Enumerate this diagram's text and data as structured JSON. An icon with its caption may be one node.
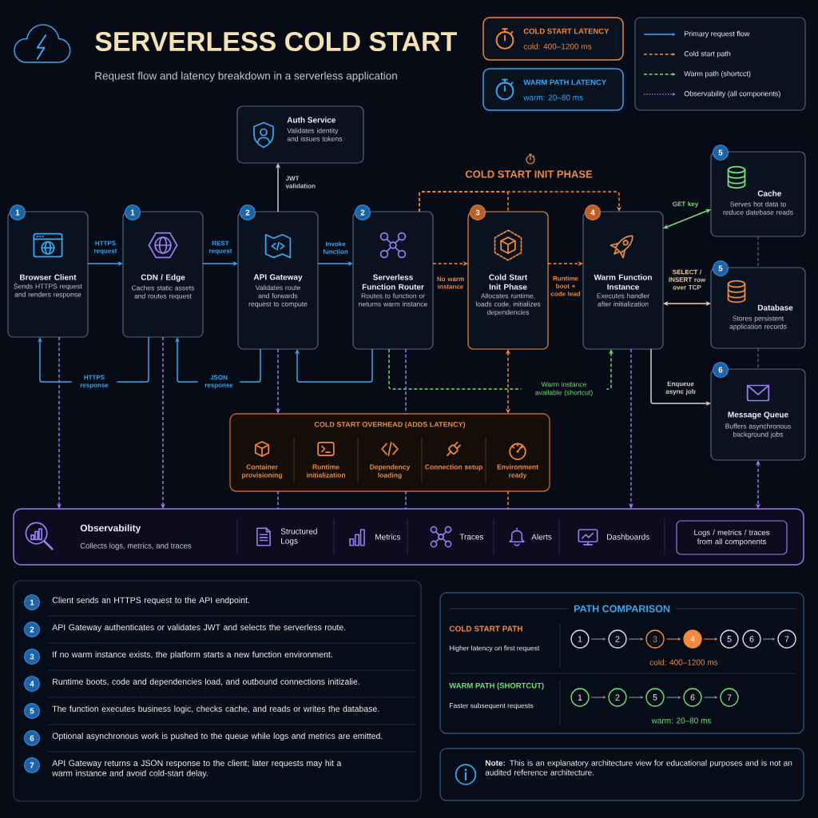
{
  "diagram": {
    "title": "SERVERLESS COLD START",
    "nodes": [
      {
        "text": [
          "COLD START LATENCY",
          "cold: 400–1200 ms"
        ]
      },
      {
        "text": [
          "WARM PATH LATENCY",
          "warm: 20–80 ms"
        ]
      },
      {
        "text": [
          "Auth Service",
          "Validates identity and issues tokens"
        ]
      },
      {
        "text": [
          "1",
          "Browser Client",
          "Sends HTTPS request and renders response"
        ]
      },
      {
        "text": [
          "1",
          "CDN / Edge",
          "Caches static assets and routes request"
        ]
      },
      {
        "text": [
          "2",
          "API Gateway",
          "Validates route and forwards request to compute"
        ]
      },
      {
        "text": [
          "2",
          "Serverless Function Router",
          "Routes to function or neturns warm instance"
        ]
      },
      {
        "text": [
          "3",
          "Cold Start Init Phase",
          "Allocates runtime, loads code, initializes dependencies"
        ]
      },
      {
        "text": [
          "4",
          "Warm Function Instance",
          "Executes handler after initialization"
        ]
      },
      {
        "text": [
          "5",
          "Cache",
          "Serves hot data to reduce datebase reads"
        ]
      },
      {
        "text": [
          "5",
          "Database",
          "Stores persistent application records"
        ]
      },
      {
        "text": [
          "6",
          "Message Queue",
          "Buffers asynchronous background jobs"
        ]
      },
      {
        "text": [
          "COLD START OVERHEAD (ADDS LATENCY)"
        ]
      },
      {
        "text": [
          "Container provisioning"
        ],
        "in": 12
      },
      {
        "text": [
          "Runtime initialization"
        ],
        "in": 12
      },
      {
        "text": [
          "Dependency loading"
        ],
        "in": 12
      },
      {
        "text": [
          "Connection setup"
        ],
        "in": 12
      },
      {
        "text": [
          "Environment ready"
        ],
        "in": 12
      },
      {
        "text": [
          "Observability",
          "Collects logs, metrics, and traces"
        ]
      },
      {
        "text": [
          "Structured Logs"
        ],
        "in": 18
      },
      {
        "text": [
          "Metrics"
        ],
        "in": 18
      },
      {
        "text": [
          "Traces"
        ],
        "in": 18
      },
      {
        "text": [
          "Alerts"
        ],
        "in": 18
      },
      {
        "text": [
          "Dashboards"
        ],
        "in": 18
      },
      {
        "text": [
          "Logs / metrics / traces from all components"
        ],
        "in": 18
      },
      {
        "text": [
          "1",
          "Client sends an HTTPS request to the API endpoint.",
          "2",
          "API Gateway authenticates or validates JWT and selects the serverless route.",
          "3",
          "If no warm instance exists, the platform starts a new function environment.",
          "4",
          "Runtime boots, code and dependencies load, and outbound connections initizalie.",
          "5",
          "The function executes business logic, checks cache, and reads or writes the database.",
          "6",
          "Optional asynchronous work is pushed to the queue while logs and metrics are emitted.",
          "7",
          "API Gateway returns a JSON response to the client; later requests may hit a warm instance and avoid cold-start delay."
        ]
      },
      {
        "text": [
          "PATH COMPARISON",
          "COLD START PATH",
          "Higher latency on first request",
          "cold: 400–1200 ms",
          "WARM PATH (SHORTCUT)",
          "Faster subsequent requests",
          "warm: 20–80 ms"
        ]
      },
      {
        "text": [
          "1"
        ],
        "in": 26
      },
      {
        "text": [
          "2"
        ],
        "in": 26
      },
      {
        "text": [
          "3"
        ],
        "in": 26
      },
      {
        "text": [
          "4"
        ],
        "in": 26
      },
      {
        "text": [
          "5"
        ],
        "in": 26
      },
      {
        "text": [
          "6"
        ],
        "in": 26
      },
      {
        "text": [
          "7"
        ],
        "in": 26
      },
      {
        "text": [
          "1"
        ],
        "in": 26
      },
      {
        "text": [
          "2"
        ],
        "in": 26
      },
      {
        "text": [
          "5"
        ],
        "in": 26
      },
      {
        "text": [
          "6"
        ],
        "in": 26
      },
      {
        "text": [
          "7"
        ],
        "in": 26
      },
      {
        "text": [
          "**Note:** This is an explanatory architecture view for educational purposes and is not an audited reference architecture."
        ]
      }
    ],
    "edges": [
      {
        "from": 3,
        "to": 4,
        "arrow": "to",
        "label": "HTTPS request",
        "color": "#3aa8f0"
      },
      {
        "from": 4,
        "to": 5,
        "arrow": "to",
        "label": "REST request",
        "color": "#3aa8f0"
      },
      {
        "from": 5,
        "to": 6,
        "arrow": "to",
        "label": "Invoke function",
        "color": "#3aa8f0"
      },
      {
        "from": 6,
        "to": 7,
        "arrow": "to",
        "label": "No warm instance",
        "style": "dashed",
        "color": "#f08a3c"
      },
      {
        "from": 7,
        "to": 8,
        "arrow": "to",
        "label": "Runtime boot + code lead",
        "style": "dashed",
        "color": "#f08a3c"
      },
      {
        "from": 5,
        "to": 2,
        "arrow": "to",
        "label": "JWT validation",
        "color": "#c8d0dc"
      },
      {
        "from": 8,
        "to": 9,
        "arrow": "both",
        "label": "GET key",
        "color": "#72e07c"
      },
      {
        "from": 8,
        "to": 10,
        "arrow": "both",
        "label": "SELECT / INSERT row over TCP",
        "color": "#f0d2a0"
      },
      {
        "from": 8,
        "to": 11,
        "arrow": "to",
        "label": "Enqueue async job",
        "color": "#dcd6cc"
      },
      {
        "from": 6,
        "to": 8,
        "arrow": "to",
        "label": "Warm instance available (shortcut)",
        "style": "dashed",
        "color": "#72e07c"
      },
      {
        "from": 6,
        "to": 8,
        "arrow": "to",
        "style": "dashed",
        "color": "#f08a3c"
      },
      {
        "from": 6,
        "to": 7,
        "arrow": "none",
        "style": "dashed",
        "color": "#f08a3c"
      },
      {
        "from": 6,
        "to": 5,
        "arrow": "to",
        "color": "#3aa8f0"
      },
      {
        "from": 5,
        "to": 4,
        "arrow": "to",
        "label": "JSON response",
        "color": "#3aa8f0"
      },
      {
        "from": 4,
        "to": 3,
        "arrow": "to",
        "label": "HTTPS response",
        "color": "#3aa8f0"
      },
      {
        "from": 3,
        "to": 18,
        "arrow": "to",
        "style": "dashed",
        "color": "#9b7cf2"
      },
      {
        "from": 4,
        "to": 18,
        "arrow": "to",
        "style": "dashed",
        "color": "#9b7cf2"
      },
      {
        "from": 5,
        "to": 12,
        "arrow": "to",
        "style": "dashed",
        "color": "#9b7cf2"
      },
      {
        "from": 6,
        "to": 12,
        "arrow": "none",
        "style": "dashed",
        "color": "#9b7cf2"
      },
      {
        "from": 7,
        "to": 12,
        "arrow": "both",
        "style": "dashed",
        "color": "#f08a3c"
      },
      {
        "from": 12,
        "to": 18,
        "arrow": "none",
        "style": "dashed",
        "color": "#9b7cf2"
      },
      {
        "from": 12,
        "to": 18,
        "arrow": "none",
        "style": "dashed",
        "color": "#9b7cf2"
      },
      {
        "from": 12,
        "to": 18,
        "arrow": "none",
        "style": "dashed",
        "color": "#f08a3c"
      },
      {
        "from": 8,
        "to": 18,
        "arrow": "to",
        "style": "dashed",
        "color": "#9b7cf2"
      },
      {
        "from": 11,
        "to": 18,
        "arrow": "both",
        "style": "dashed",
        "color": "#9b7cf2"
      },
      {
        "from": 9,
        "to": 10,
        "arrow": "none",
        "style": "dashed",
        "color": "#4a5668"
      },
      {
        "from": 10,
        "to": 11,
        "arrow": "none",
        "style": "dashed",
        "color": "#4a5668"
      },
      {
        "from": 27,
        "to": 28,
        "arrow": "to",
        "color": "#8a96a8"
      },
      {
        "from": 28,
        "to": 29,
        "arrow": "to",
        "color": "#8a96a8"
      },
      {
        "from": 29,
        "to": 30,
        "arrow": "to",
        "color": "#f08a3c"
      },
      {
        "from": 30,
        "to": 31,
        "arrow": "to",
        "color": "#f08a3c"
      },
      {
        "from": 32,
        "to": 33,
        "arrow": "to",
        "color": "#8a96a8"
      },
      {
        "from": 34,
        "to": 35,
        "arrow": "to",
        "color": "#8a96a8"
      },
      {
        "from": 35,
        "to": 36,
        "arrow": "to",
        "color": "#8a96a8"
      },
      {
        "from": 36,
        "to": 37,
        "arrow": "to",
        "color": "#8a96a8"
      },
      {
        "from": 37,
        "to": 38,
        "arrow": "to",
        "color": "#8a96a8"
      }
    ],
    "labels": [
      "Request flow and latency breakdown in a serverless application",
      "COLD START INIT PHASE"
    ],
    "legend": [
      {
        "text": "Primary request flow"
      },
      {
        "text": "Cold start path"
      },
      {
        "text": "Warm path (shortcct)"
      },
      {
        "text": "Observability (all components)"
      }
    ]
  }
}
